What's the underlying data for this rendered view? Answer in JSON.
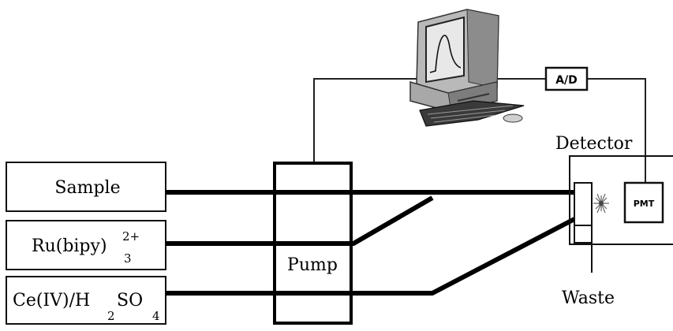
{
  "diagram": {
    "reagents": {
      "sample": "Sample",
      "ru": {
        "main": "Ru(bipy)",
        "sup": "2+",
        "sub": "3"
      },
      "ce": {
        "main": "Ce(IV)/H",
        "sub1": "2",
        "mid": "SO",
        "sub2": "4"
      }
    },
    "pump_label": "Pump",
    "ad_label": "A/D",
    "detector_label": "Detector",
    "pmt_label": "PMT",
    "waste_label": "Waste",
    "computer_name": "computer-with-monitor"
  }
}
